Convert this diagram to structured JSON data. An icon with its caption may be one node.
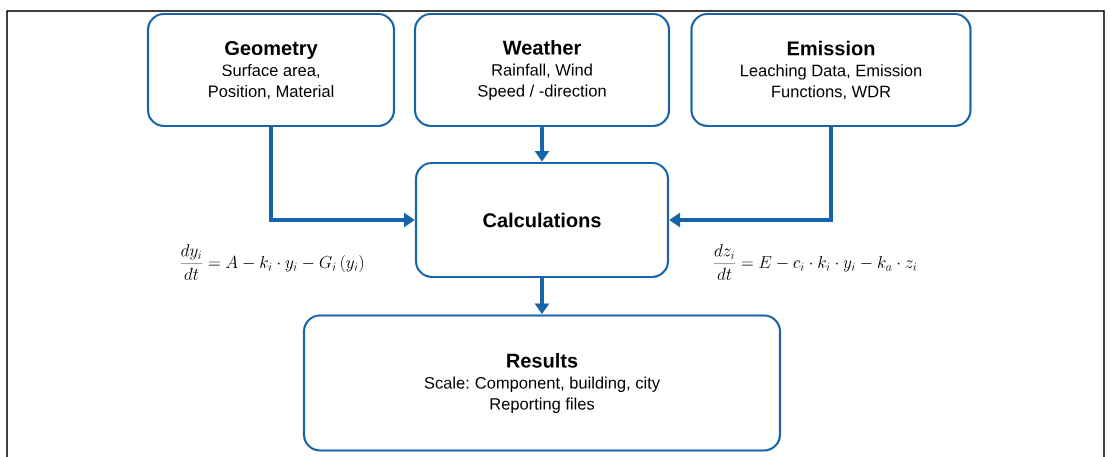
{
  "diagram": {
    "nodes": [
      {
        "text": [
          "Geometry",
          "Surface area, Position, Material"
        ]
      },
      {
        "text": [
          "Weather",
          "Rainfall, Wind Speed / -direction"
        ]
      },
      {
        "text": [
          "Emission",
          "Leaching Data, Emission Functions, WDR"
        ]
      },
      {
        "text": [
          "Calculations"
        ]
      },
      {
        "text": [
          "Results",
          "Scale: Component, building, city",
          "Reporting files"
        ]
      }
    ],
    "edges": [
      {
        "from": 0,
        "to": 3,
        "arrow": "to"
      },
      {
        "from": 1,
        "to": 3,
        "arrow": "to"
      },
      {
        "from": 2,
        "to": 3,
        "arrow": "to"
      },
      {
        "from": 3,
        "to": 4,
        "arrow": "to"
      }
    ],
    "labels": [
      "\\frac{dy_i}{dt}=A-k_i\\cdot y_i-G_i\\left(y_i\\right)",
      "\\frac{dz_i}{dt}=E-c_i\\cdot k_i\\cdot y_i-k_a\\cdot z_i"
    ]
  }
}
